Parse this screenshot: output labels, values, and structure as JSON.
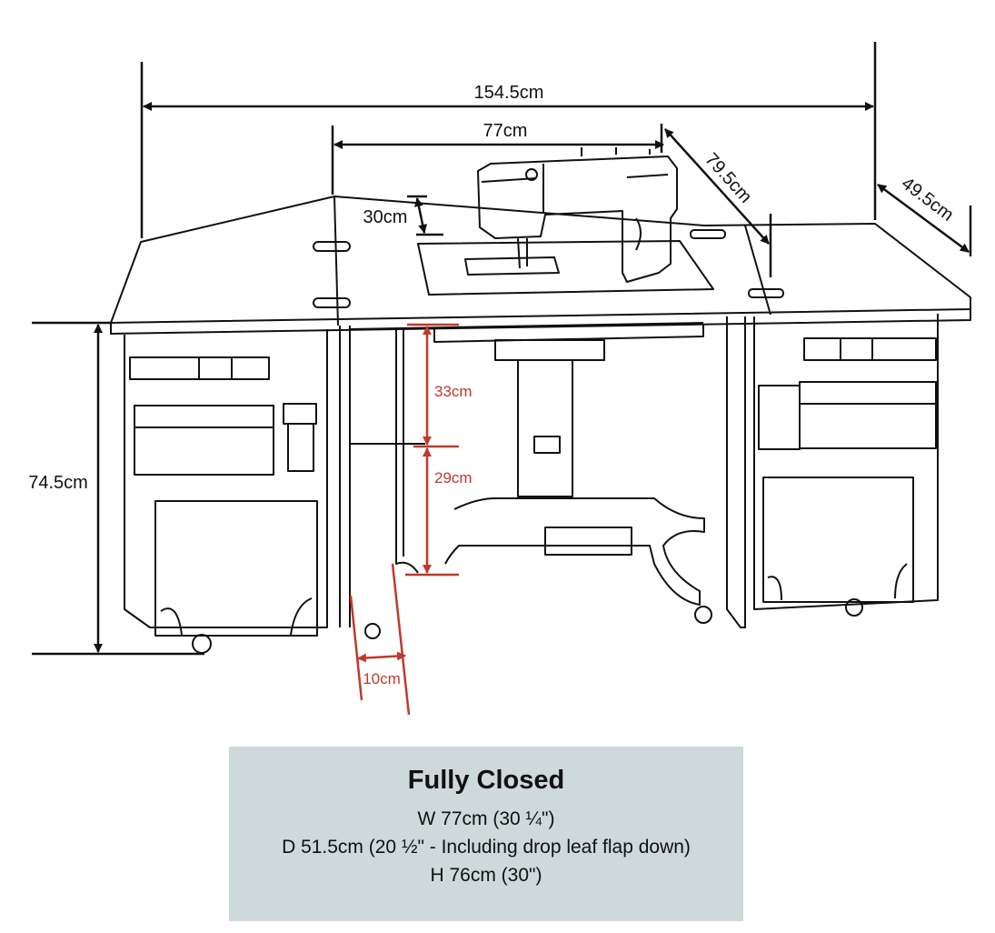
{
  "dimensions": {
    "overall_width": "154.5cm",
    "center_width": "77cm",
    "center_depth": "79.5cm",
    "side_depth": "49.5cm",
    "machine_clearance": "30cm",
    "height": "74.5cm",
    "upper_opening": "33cm",
    "lower_opening": "29cm",
    "leg_offset": "10cm"
  },
  "spec": {
    "title": "Fully Closed",
    "lines": [
      "W 77cm (30 ¼\")",
      "D 51.5cm (20 ½\" - Including drop leaf flap down)",
      "H 76cm (30\")"
    ]
  },
  "colors": {
    "line": "#111111",
    "accent": "#c0392b",
    "panel": "#cdd9da"
  }
}
